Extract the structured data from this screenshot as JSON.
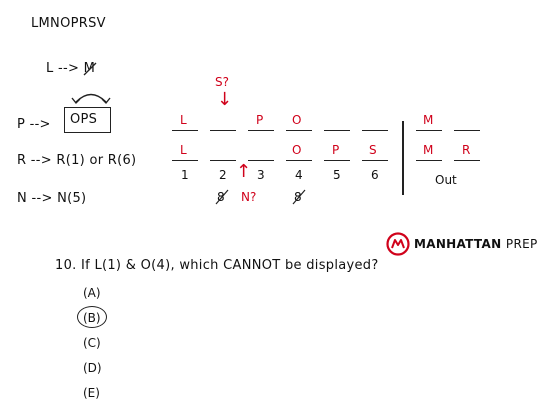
{
  "letters_line": "LMNOPRSV",
  "rules": {
    "l_rule": "L -->",
    "l_target": "M",
    "p_rule": "P -->",
    "p_box": "OPS",
    "r_rule": "R --> R(1) or R(6)",
    "n_rule": "N --> N(5)"
  },
  "diagram": {
    "row1": {
      "slot1": "L",
      "slot3": "P",
      "slot4": "O",
      "out1": "M",
      "annotation": "S?",
      "arrow": "↓"
    },
    "row2": {
      "slot1": "L",
      "slot4": "O",
      "slot5": "P",
      "slot6": "S",
      "out1": "M",
      "out2": "R"
    },
    "numbers": [
      "1",
      "2",
      "3",
      "4",
      "5",
      "6"
    ],
    "out_label": "Out",
    "below": {
      "crossed_under_2": "8",
      "crossed_under_4": "8",
      "n_question": "N?",
      "up_arrow": "↑"
    },
    "colors": {
      "annotation": "#d0021b",
      "ink": "#111111"
    }
  },
  "logo": {
    "brand": "MANHATTAN",
    "suffix": "PREP",
    "color": "#d0021b"
  },
  "question": {
    "text": "10. If L(1) & O(4), which CANNOT be displayed?",
    "options": [
      "(A)",
      "(B)",
      "(C)",
      "(D)",
      "(E)"
    ],
    "circled": "(B)"
  }
}
